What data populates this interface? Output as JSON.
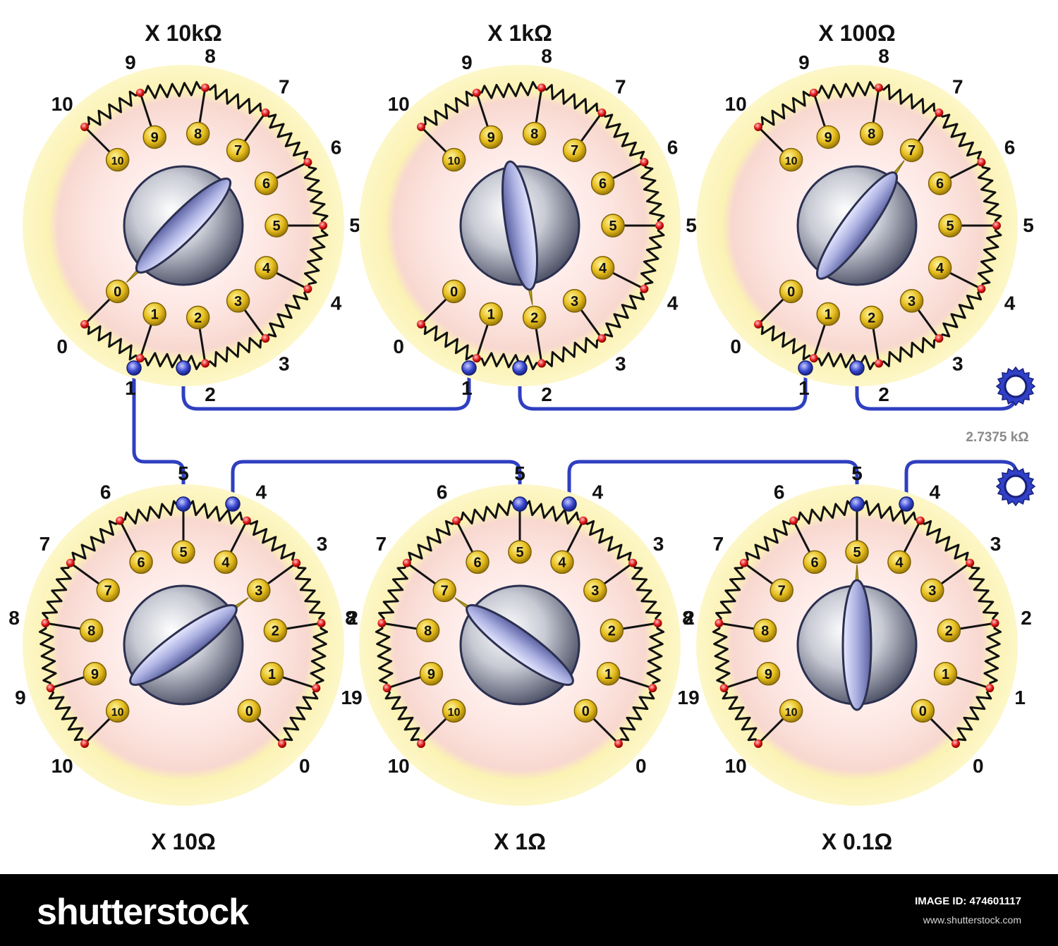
{
  "decades": [
    {
      "id": "x10k",
      "multiplier_label": "X 10kΩ",
      "setting": 0,
      "orientation": "top"
    },
    {
      "id": "x1k",
      "multiplier_label": "X 1kΩ",
      "setting": 2,
      "orientation": "top"
    },
    {
      "id": "x100",
      "multiplier_label": "X 100Ω",
      "setting": 7,
      "orientation": "top"
    },
    {
      "id": "x10",
      "multiplier_label": "X 10Ω",
      "setting": 3,
      "orientation": "bottom"
    },
    {
      "id": "x1",
      "multiplier_label": "X 1Ω",
      "setting": 7,
      "orientation": "bottom"
    },
    {
      "id": "x01",
      "multiplier_label": "X 0.1Ω",
      "setting": 5,
      "orientation": "bottom"
    }
  ],
  "position_labels": [
    "0",
    "1",
    "2",
    "3",
    "4",
    "5",
    "6",
    "7",
    "8",
    "9",
    "10"
  ],
  "output_reading": "2.7375 kΩ",
  "colors": {
    "wire": "#2f3fc0",
    "pad": "#e8c020",
    "resistor": "#111111",
    "ring_outer": "#fbf4b0",
    "ring_inner": "#fadcd8",
    "knob": "#9aa0b8",
    "terminal": "#3040c8"
  },
  "footer": {
    "brand": "shutterstock",
    "image_id": "IMAGE ID: 474601117",
    "site": "www.shutterstock.com"
  }
}
